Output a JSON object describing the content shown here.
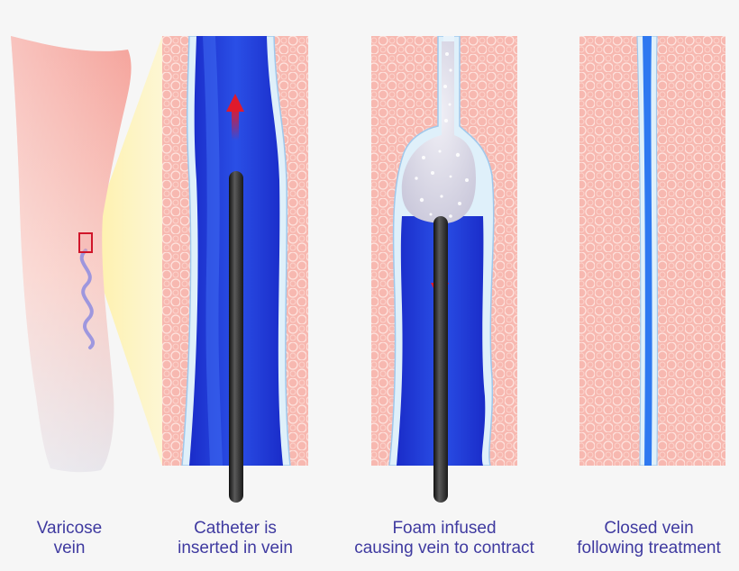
{
  "panels": [
    {
      "id": "varicose",
      "caption": [
        "Varicose",
        "vein"
      ]
    },
    {
      "id": "catheter",
      "caption": [
        "Catheter is",
        "inserted in vein"
      ]
    },
    {
      "id": "foam",
      "caption": [
        "Foam infused",
        "causing vein to contract"
      ]
    },
    {
      "id": "closed",
      "caption": [
        "Closed vein",
        "following treatment"
      ]
    }
  ],
  "colors": {
    "background": "#f6f6f6",
    "tissue": "#f7b8b0",
    "tissue_cell": "#fbd6d0",
    "vein_blue": "#1f33d6",
    "vein_light": "#2e78f0",
    "vein_wall": "#d9ecf8",
    "foam": "#d8d6e6",
    "arrow_red": "#d5172a",
    "catheter": "#2b2b2b",
    "caption_text": "#3f3aa0"
  },
  "icons": {
    "arrow_up": "arrow-up-icon",
    "arrow_down": "arrow-down-icon"
  }
}
